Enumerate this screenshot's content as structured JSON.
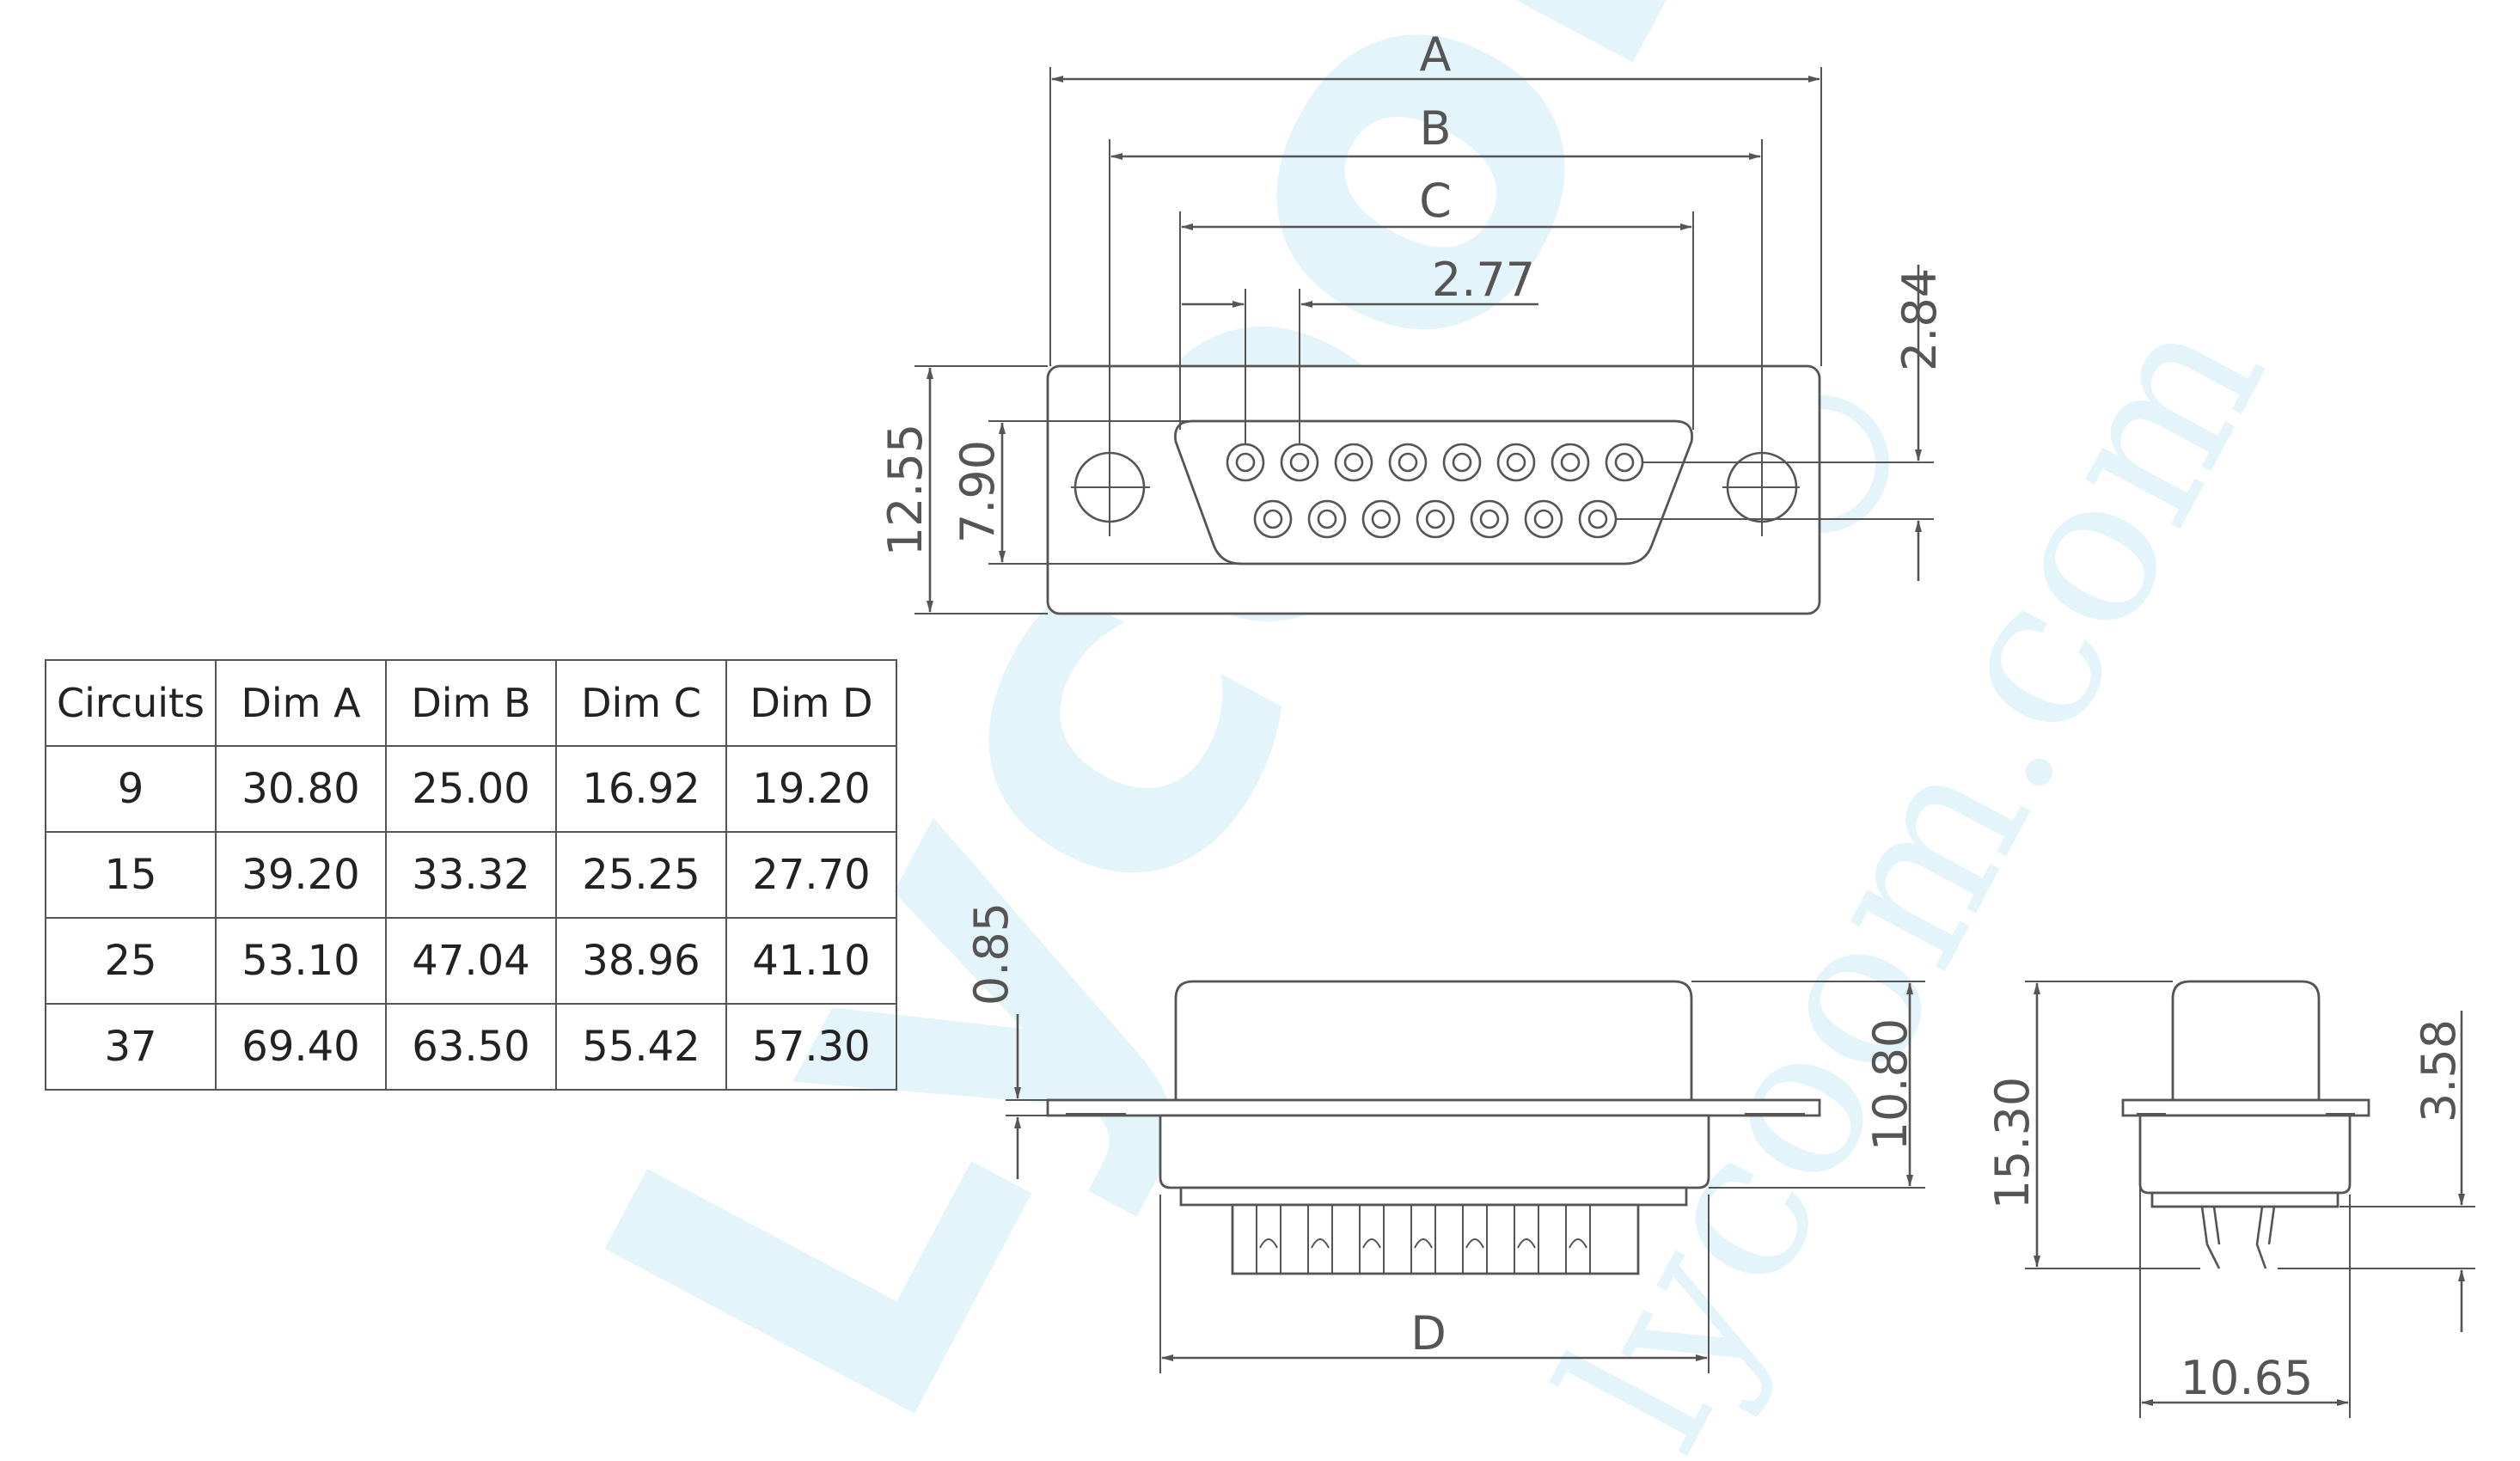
{
  "dimensions": {
    "a": "A",
    "b": "B",
    "c": "C",
    "d": "D",
    "pitch": "2.77",
    "row_spacing": "2.84",
    "flange_height": "12.55",
    "shell_height": "7.90",
    "flange_thickness": "0.85",
    "shell_depth": "10.80",
    "overall_height": "15.30",
    "pin_length": "3.58",
    "side_width": "10.65"
  },
  "table": {
    "headers": [
      "Circuits",
      "Dim A",
      "Dim B",
      "Dim C",
      "Dim D"
    ],
    "rows": [
      [
        "9",
        "30.80",
        "25.00",
        "16.92",
        "19.20"
      ],
      [
        "15",
        "39.20",
        "33.32",
        "25.25",
        "27.70"
      ],
      [
        "25",
        "53.10",
        "47.04",
        "38.96",
        "41.10"
      ],
      [
        "37",
        "69.40",
        "63.50",
        "55.42",
        "57.30"
      ]
    ]
  },
  "watermark": {
    "text": "Lycoom",
    "url": "lycoom.com",
    "color": "#e3f5fb"
  },
  "colors": {
    "line": "#555555",
    "text": "#222222"
  }
}
